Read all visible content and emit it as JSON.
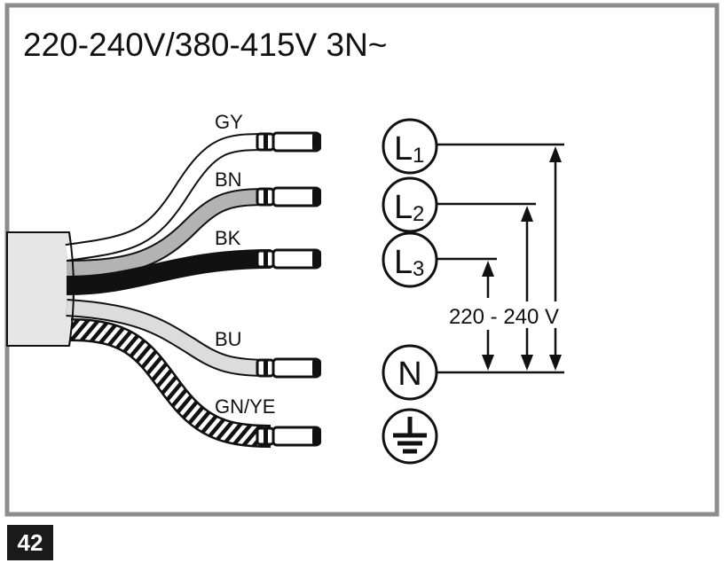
{
  "title": "220-240V/380-415V 3N~",
  "page_number": "42",
  "wires": [
    {
      "label": "GY",
      "color": "#ffffff"
    },
    {
      "label": "BN",
      "color": "#b3b3b3"
    },
    {
      "label": "BK",
      "color": "#111111"
    },
    {
      "label": "BU",
      "color": "#dcdcdc"
    },
    {
      "label": "GN/YE",
      "color": "striped"
    }
  ],
  "terminals": {
    "l1": {
      "letter": "L",
      "sub": "1"
    },
    "l2": {
      "letter": "L",
      "sub": "2"
    },
    "l3": {
      "letter": "L",
      "sub": "3"
    },
    "n": {
      "letter": "N"
    },
    "earth_icon": "protective-earth-icon"
  },
  "voltage_label": "220 - 240 V",
  "colors": {
    "frame": "#8c8c8c",
    "ink": "#111111",
    "cable_jacket": "#e6e6e6"
  }
}
